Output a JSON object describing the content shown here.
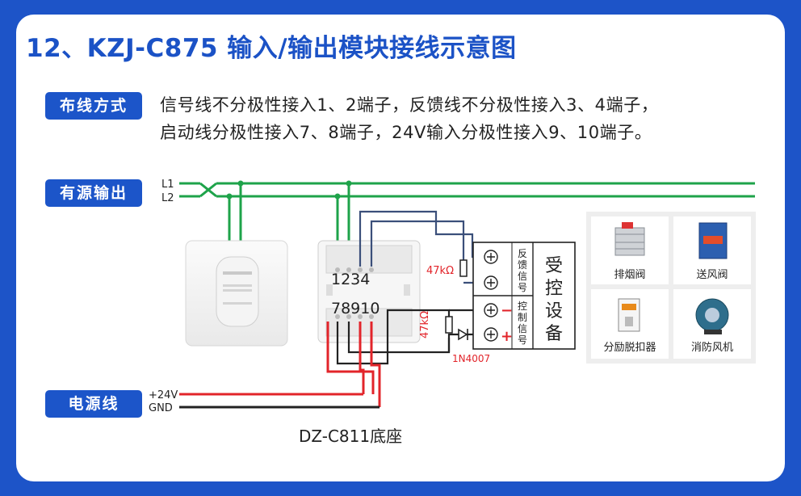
{
  "title": "12、KZJ-C875 输入/输出模块接线示意图",
  "wiring_tag": "布线方式",
  "wiring_line1": "信号线不分极性接入1、2端子，反馈线不分极性接入3、4端子，",
  "wiring_line2": "启动线分极性接入7、8端子，24V输入分极性接入9、10端子。",
  "source_tag": "有源输出",
  "power_tag": "电源线",
  "l1": "L1",
  "l2": "L2",
  "v24": "+24V",
  "gnd": "GND",
  "base_label": "DZ-C811底座",
  "terminals_top": "1234",
  "terminals_bottom": "78910",
  "resistor1": "47kΩ",
  "resistor2": "47kΩ",
  "diode": "1N4007",
  "feedback_signal": [
    "反",
    "馈",
    "信",
    "号"
  ],
  "control_signal": [
    "控",
    "制",
    "信",
    "号"
  ],
  "controlled_device": [
    "受",
    "控",
    "设",
    "备"
  ],
  "minus": "−",
  "plus": "+",
  "devices": [
    {
      "label": "排烟阀",
      "icon": "smoke-exhaust-valve-icon"
    },
    {
      "label": "送风阀",
      "icon": "air-supply-valve-icon"
    },
    {
      "label": "分励脱扣器",
      "icon": "shunt-trip-icon"
    },
    {
      "label": "消防风机",
      "icon": "fire-fan-icon"
    }
  ],
  "colors": {
    "green": "#1ea34a",
    "red": "#e2242a",
    "blue": "#1c55c9",
    "navy": "#3b4f7a"
  }
}
